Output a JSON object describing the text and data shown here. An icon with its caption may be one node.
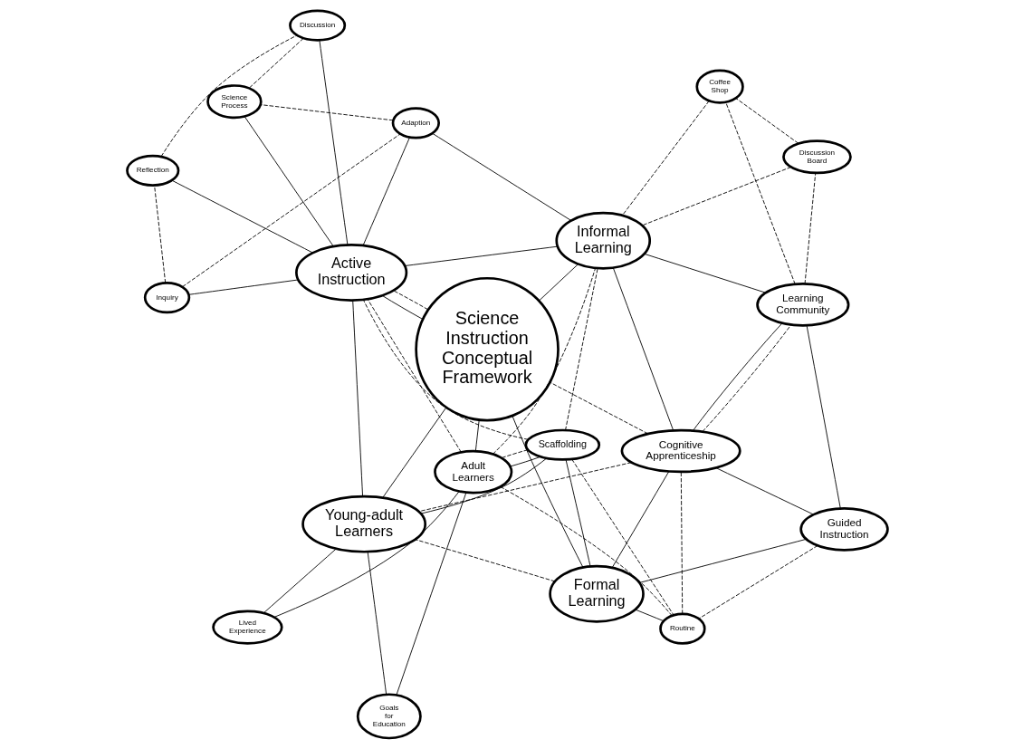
{
  "diagram": {
    "nodes": [
      {
        "text": [
          "Formal Learning"
        ]
      },
      {
        "text": [
          "Young-adult Learners"
        ]
      },
      {
        "text": [
          "Lived Experience"
        ]
      },
      {
        "text": [
          "Scaffolding"
        ]
      },
      {
        "text": [
          "Goals for Education"
        ]
      },
      {
        "text": [
          "Guided Instruction"
        ]
      },
      {
        "text": [
          "Routine"
        ]
      },
      {
        "text": [
          "Adult Learners"
        ]
      },
      {
        "text": [
          "Science Instruction Conceptual Framework"
        ]
      },
      {
        "text": [
          "Cognitive Apprenticeship"
        ]
      },
      {
        "text": [
          "Inquiry"
        ]
      },
      {
        "text": [
          "Reflection"
        ]
      },
      {
        "text": [
          "Learning Community"
        ]
      },
      {
        "text": [
          "Discussion"
        ]
      },
      {
        "text": [
          "Informal Learning"
        ]
      },
      {
        "text": [
          "Active Instruction"
        ]
      },
      {
        "text": [
          "Discussion Board"
        ]
      },
      {
        "text": [
          "Coffee Shop"
        ]
      },
      {
        "text": [
          "Adaption"
        ]
      },
      {
        "text": [
          "Science Process"
        ]
      }
    ],
    "edges": [
      {
        "from": 0,
        "to": 3,
        "arrow": "none"
      },
      {
        "from": 0,
        "to": 5,
        "arrow": "none"
      },
      {
        "from": 0,
        "to": 9,
        "arrow": "none"
      },
      {
        "from": 0,
        "to": 6,
        "arrow": "none"
      },
      {
        "from": 0,
        "to": 8,
        "arrow": "none"
      },
      {
        "from": 3,
        "to": 1,
        "arrow": "none"
      },
      {
        "from": 3,
        "to": 7,
        "arrow": "none"
      },
      {
        "from": 1,
        "to": 2,
        "arrow": "none"
      },
      {
        "from": 1,
        "to": 4,
        "arrow": "none"
      },
      {
        "from": 1,
        "to": 8,
        "arrow": "none"
      },
      {
        "from": 1,
        "to": 15,
        "arrow": "none"
      },
      {
        "from": 2,
        "to": 7,
        "arrow": "none"
      },
      {
        "from": 4,
        "to": 7,
        "arrow": "none"
      },
      {
        "from": 7,
        "to": 8,
        "arrow": "none"
      },
      {
        "from": 5,
        "to": 9,
        "arrow": "none"
      },
      {
        "from": 5,
        "to": 12,
        "arrow": "none"
      },
      {
        "from": 9,
        "to": 12,
        "arrow": "none"
      },
      {
        "from": 9,
        "to": 14,
        "arrow": "none"
      },
      {
        "from": 8,
        "to": 14,
        "arrow": "none"
      },
      {
        "from": 8,
        "to": 15,
        "arrow": "none"
      },
      {
        "from": 12,
        "to": 14,
        "arrow": "none"
      },
      {
        "from": 14,
        "to": 15,
        "arrow": "none"
      },
      {
        "from": 14,
        "to": 18,
        "arrow": "none"
      },
      {
        "from": 18,
        "to": 15,
        "arrow": "none"
      },
      {
        "from": 10,
        "to": 15,
        "arrow": "none"
      },
      {
        "from": 11,
        "to": 15,
        "arrow": "none"
      },
      {
        "from": 13,
        "to": 15,
        "arrow": "none"
      },
      {
        "from": 15,
        "to": 19,
        "arrow": "none"
      },
      {
        "from": 0,
        "to": 1,
        "arrow": "none",
        "style": "dashed"
      },
      {
        "from": 5,
        "to": 6,
        "arrow": "none",
        "style": "dashed"
      },
      {
        "from": 6,
        "to": 7,
        "arrow": "none",
        "style": "dashed"
      },
      {
        "from": 6,
        "to": 9,
        "arrow": "none",
        "style": "dashed"
      },
      {
        "from": 3,
        "to": 6,
        "arrow": "none",
        "style": "dashed"
      },
      {
        "from": 3,
        "to": 14,
        "arrow": "none",
        "style": "dashed"
      },
      {
        "from": 3,
        "to": 15,
        "arrow": "none",
        "style": "dashed"
      },
      {
        "from": 3,
        "to": 7,
        "arrow": "none",
        "style": "dashed"
      },
      {
        "from": 9,
        "to": 1,
        "arrow": "none",
        "style": "dashed"
      },
      {
        "from": 9,
        "to": 8,
        "arrow": "none",
        "style": "dashed"
      },
      {
        "from": 9,
        "to": 12,
        "arrow": "none",
        "style": "dashed"
      },
      {
        "from": 7,
        "to": 14,
        "arrow": "none",
        "style": "dashed"
      },
      {
        "from": 7,
        "to": 15,
        "arrow": "none",
        "style": "dashed"
      },
      {
        "from": 8,
        "to": 15,
        "arrow": "none",
        "style": "dashed"
      },
      {
        "from": 10,
        "to": 18,
        "arrow": "none",
        "style": "dashed"
      },
      {
        "from": 10,
        "to": 11,
        "arrow": "none",
        "style": "dashed"
      },
      {
        "from": 11,
        "to": 13,
        "arrow": "none",
        "style": "dashed"
      },
      {
        "from": 13,
        "to": 19,
        "arrow": "none",
        "style": "dashed"
      },
      {
        "from": 18,
        "to": 19,
        "arrow": "none",
        "style": "dashed"
      },
      {
        "from": 12,
        "to": 16,
        "arrow": "none",
        "style": "dashed"
      },
      {
        "from": 12,
        "to": 17,
        "arrow": "none",
        "style": "dashed"
      },
      {
        "from": 16,
        "to": 14,
        "arrow": "none",
        "style": "dashed"
      },
      {
        "from": 16,
        "to": 17,
        "arrow": "none",
        "style": "dashed"
      },
      {
        "from": 17,
        "to": 14,
        "arrow": "none",
        "style": "dashed"
      }
    ]
  }
}
